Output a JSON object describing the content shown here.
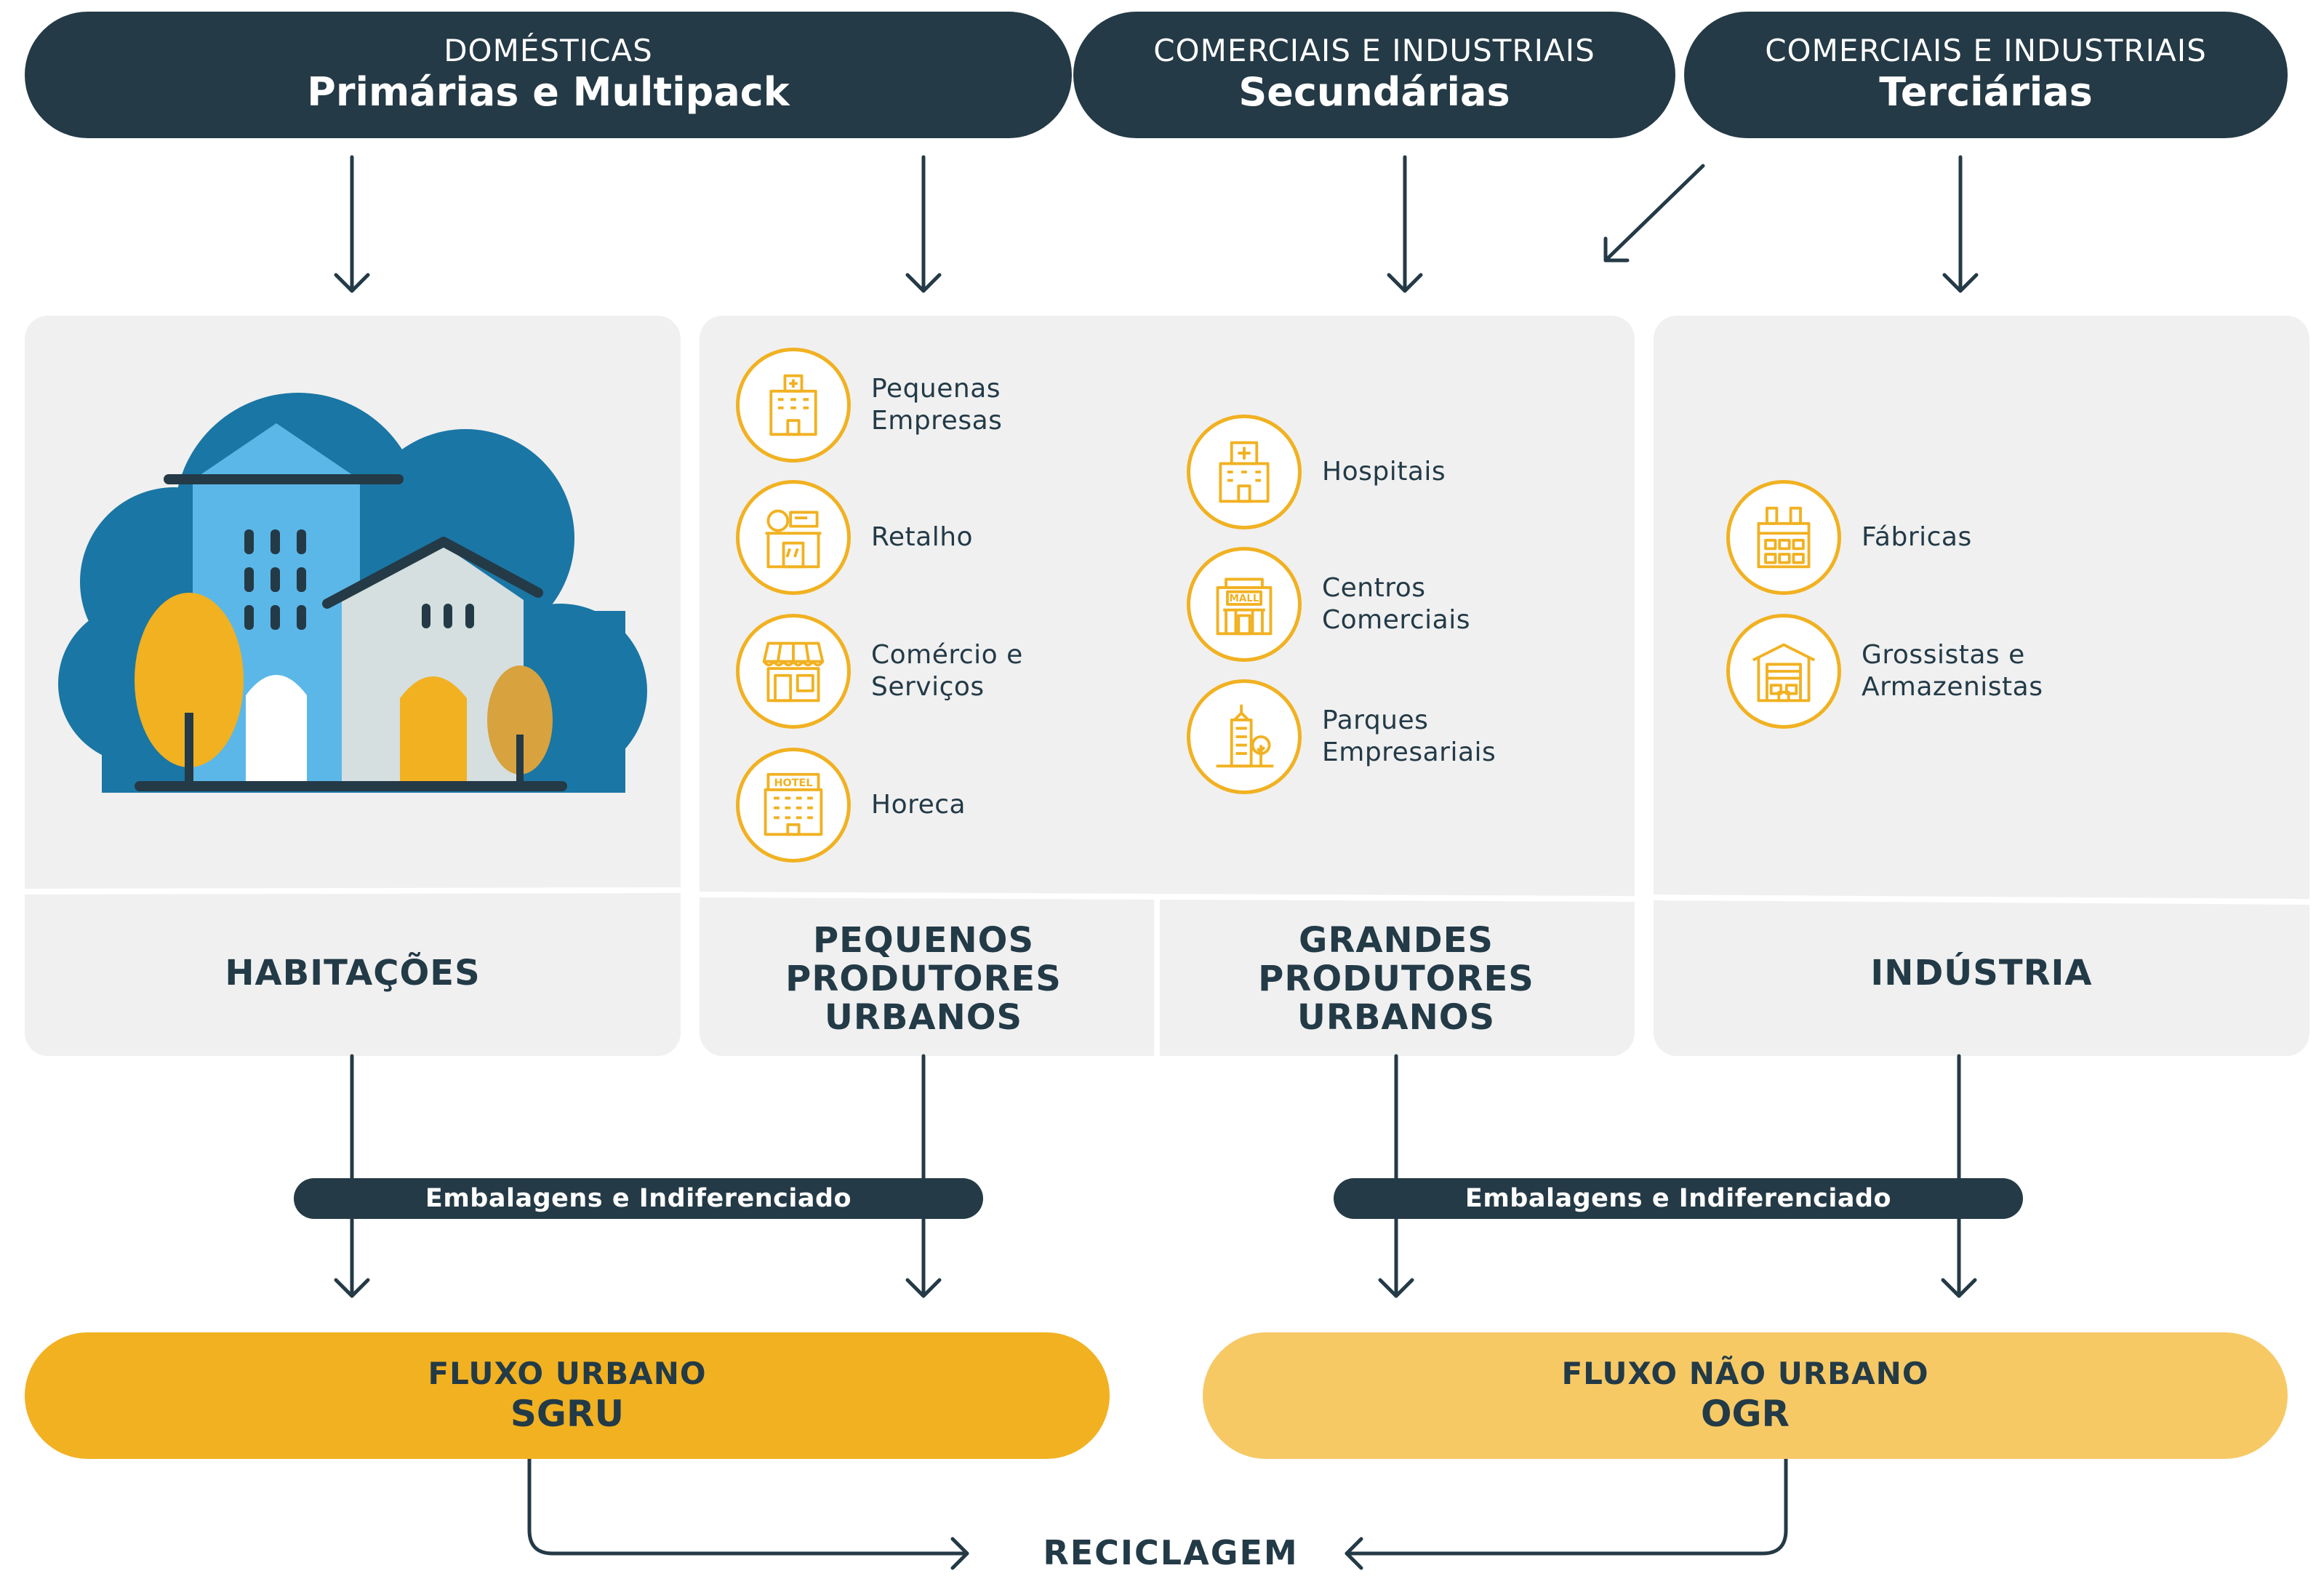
{
  "header": {
    "domesticas": {
      "line1": "DOMÉSTICAS",
      "line2": "Primárias e Multipack"
    },
    "secundarias": {
      "line1": "COMERCIAIS E INDUSTRIAIS",
      "line2": "Secundárias"
    },
    "terciarias": {
      "line1": "COMERCIAIS E INDUSTRIAIS",
      "line2": "Terciárias"
    }
  },
  "panels": {
    "habitacoes": {
      "label": "HABITAÇÕES"
    },
    "pequenos": {
      "label": "PEQUENOS PRODUTORES URBANOS"
    },
    "grandes": {
      "label": "GRANDES PRODUTORES URBANOS"
    },
    "industria": {
      "label": "INDÚSTRIA"
    }
  },
  "pequenos_items": [
    {
      "label": "Pequenas Empresas",
      "icon": "office-building-icon"
    },
    {
      "label": "Retalho",
      "icon": "retail-store-icon"
    },
    {
      "label": "Comércio e Serviços",
      "icon": "shop-awning-icon"
    },
    {
      "label": "Horeca",
      "icon": "hotel-icon"
    }
  ],
  "grandes_items": [
    {
      "label": "Hospitais",
      "icon": "hospital-icon"
    },
    {
      "label": "Centros Comerciais",
      "icon": "mall-icon"
    },
    {
      "label": "Parques Empresariais",
      "icon": "business-park-icon"
    }
  ],
  "industria_items": [
    {
      "label": "Fábricas",
      "icon": "factory-icon"
    },
    {
      "label": "Grossistas e Armazenistas",
      "icon": "warehouse-icon"
    }
  ],
  "bands": {
    "left": "Embalagens e Indiferenciado",
    "right": "Embalagens e Indiferenciado"
  },
  "flows": {
    "urbano": {
      "line1": "FLUXO URBANO",
      "line2": "SGRU"
    },
    "nao_urbano": {
      "line1": "FLUXO NÃO URBANO",
      "line2": "OGR"
    }
  },
  "footer": {
    "reciclagem": "RECICLAGEM"
  },
  "colors": {
    "dark": "#243a46",
    "accent": "#f1b121",
    "accent_light": "#f6c965",
    "panel": "#f0f0f0",
    "sky_dark": "#1a76a5",
    "sky_light": "#5bb7e8"
  }
}
